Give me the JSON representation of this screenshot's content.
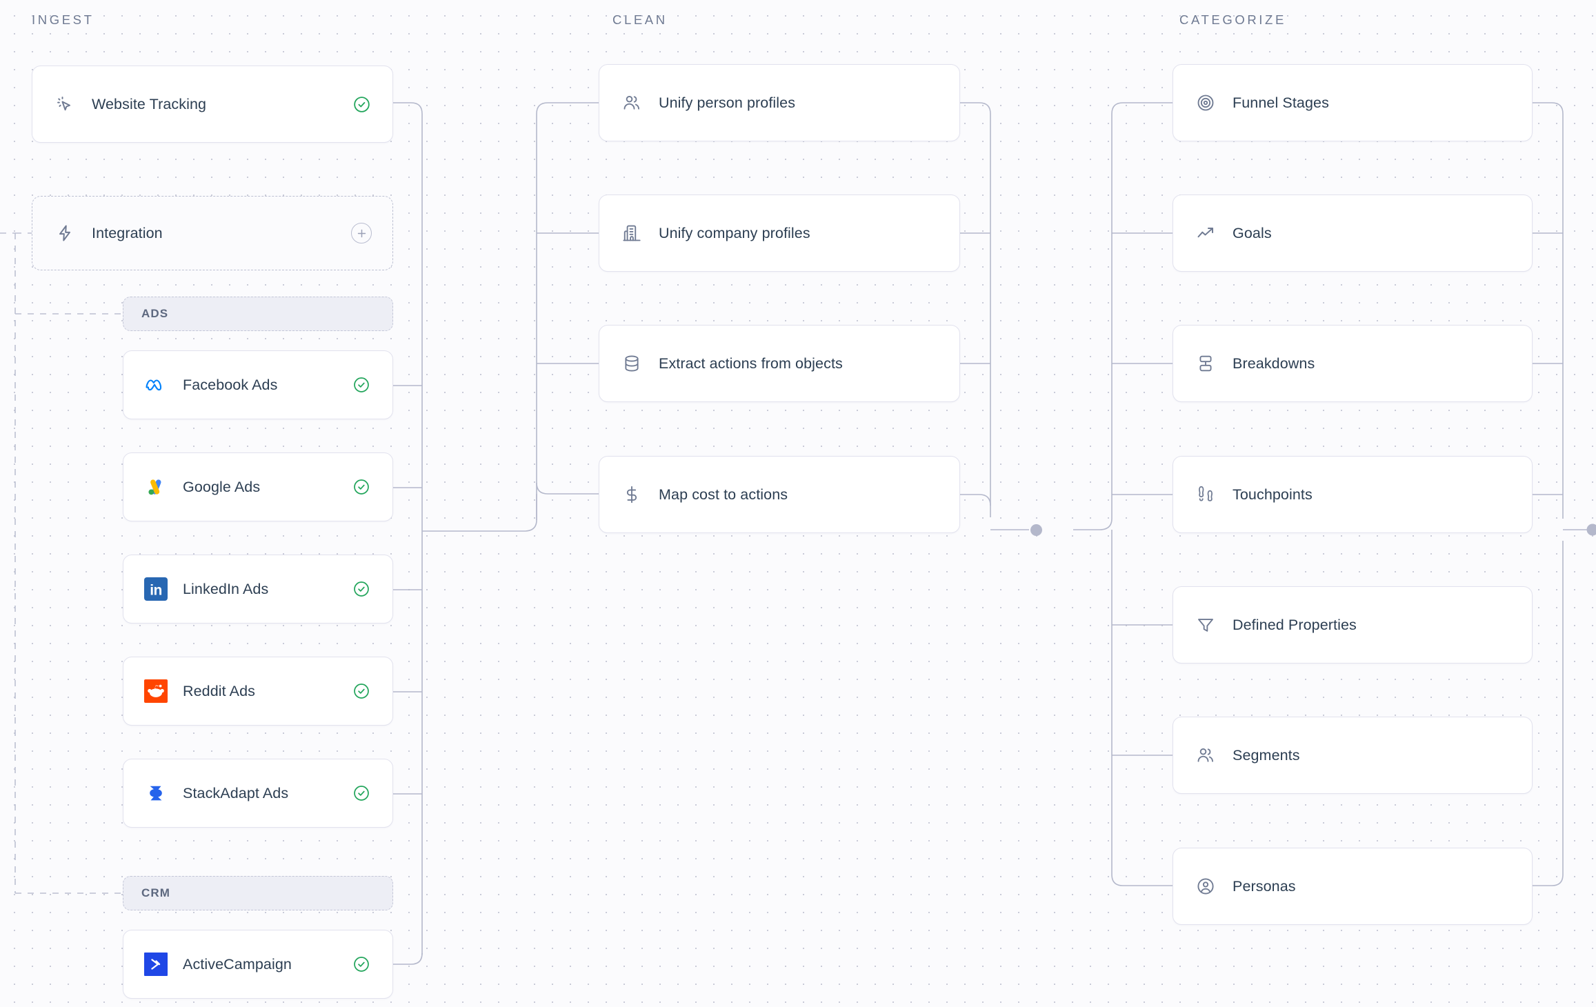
{
  "columns": [
    {
      "id": "ingest",
      "title": "INGEST",
      "nodes": [
        {
          "label": "Website Tracking",
          "icon": "cursor-click-icon",
          "status": "check"
        },
        {
          "label": "Integration",
          "icon": "lightning-bolt-icon",
          "status": "add",
          "variant": "dashed"
        }
      ],
      "groups": [
        {
          "label": "ADS",
          "items": [
            {
              "label": "Facebook Ads",
              "icon": "meta-logo-icon",
              "status": "check"
            },
            {
              "label": "Google Ads",
              "icon": "google-ads-logo-icon",
              "status": "check"
            },
            {
              "label": "LinkedIn Ads",
              "icon": "linkedin-logo-icon",
              "status": "check"
            },
            {
              "label": "Reddit Ads",
              "icon": "reddit-logo-icon",
              "status": "check"
            },
            {
              "label": "StackAdapt Ads",
              "icon": "stackadapt-logo-icon",
              "status": "check"
            }
          ]
        },
        {
          "label": "CRM",
          "items": [
            {
              "label": "ActiveCampaign",
              "icon": "activecampaign-logo-icon",
              "status": "check"
            }
          ]
        }
      ]
    },
    {
      "id": "clean",
      "title": "CLEAN",
      "nodes": [
        {
          "label": "Unify person profiles",
          "icon": "users-icon",
          "status": "none"
        },
        {
          "label": "Unify company profiles",
          "icon": "building-icon",
          "status": "none"
        },
        {
          "label": "Extract actions from objects",
          "icon": "database-icon",
          "status": "none"
        },
        {
          "label": "Map cost to actions",
          "icon": "dollar-icon",
          "status": "none"
        }
      ],
      "groups": []
    },
    {
      "id": "categorize",
      "title": "CATEGORIZE",
      "nodes": [
        {
          "label": "Funnel Stages",
          "icon": "target-icon",
          "status": "none"
        },
        {
          "label": "Goals",
          "icon": "trending-up-icon",
          "status": "none"
        },
        {
          "label": "Breakdowns",
          "icon": "split-rows-icon",
          "status": "none"
        },
        {
          "label": "Touchpoints",
          "icon": "footprints-icon",
          "status": "none"
        },
        {
          "label": "Defined Properties",
          "icon": "filter-funnel-icon",
          "status": "none"
        },
        {
          "label": "Segments",
          "icon": "users-icon",
          "status": "none"
        },
        {
          "label": "Personas",
          "icon": "user-circle-icon",
          "status": "none"
        }
      ],
      "groups": []
    }
  ],
  "colors": {
    "canvas_background": "#fbfbfd",
    "dot_grid": "#c9cbd8",
    "card_border": "#e2e2ee",
    "dashed_border": "#bcc0d2",
    "group_chip_fill": "#edeef5",
    "text_primary": "#2c3e52",
    "header_text": "#6f7a92",
    "status_green": "#22a55b",
    "wire": "#b4b8cb",
    "meta_blue": "#0081FB",
    "linkedin_blue": "#2867B2",
    "reddit_orange": "#FF4500",
    "activecampaign_blue": "#1F47E6",
    "stackadapt_blue": "#2563EB",
    "google_blue": "#4285F4",
    "google_yellow": "#FBBC04",
    "google_green": "#34A853"
  }
}
